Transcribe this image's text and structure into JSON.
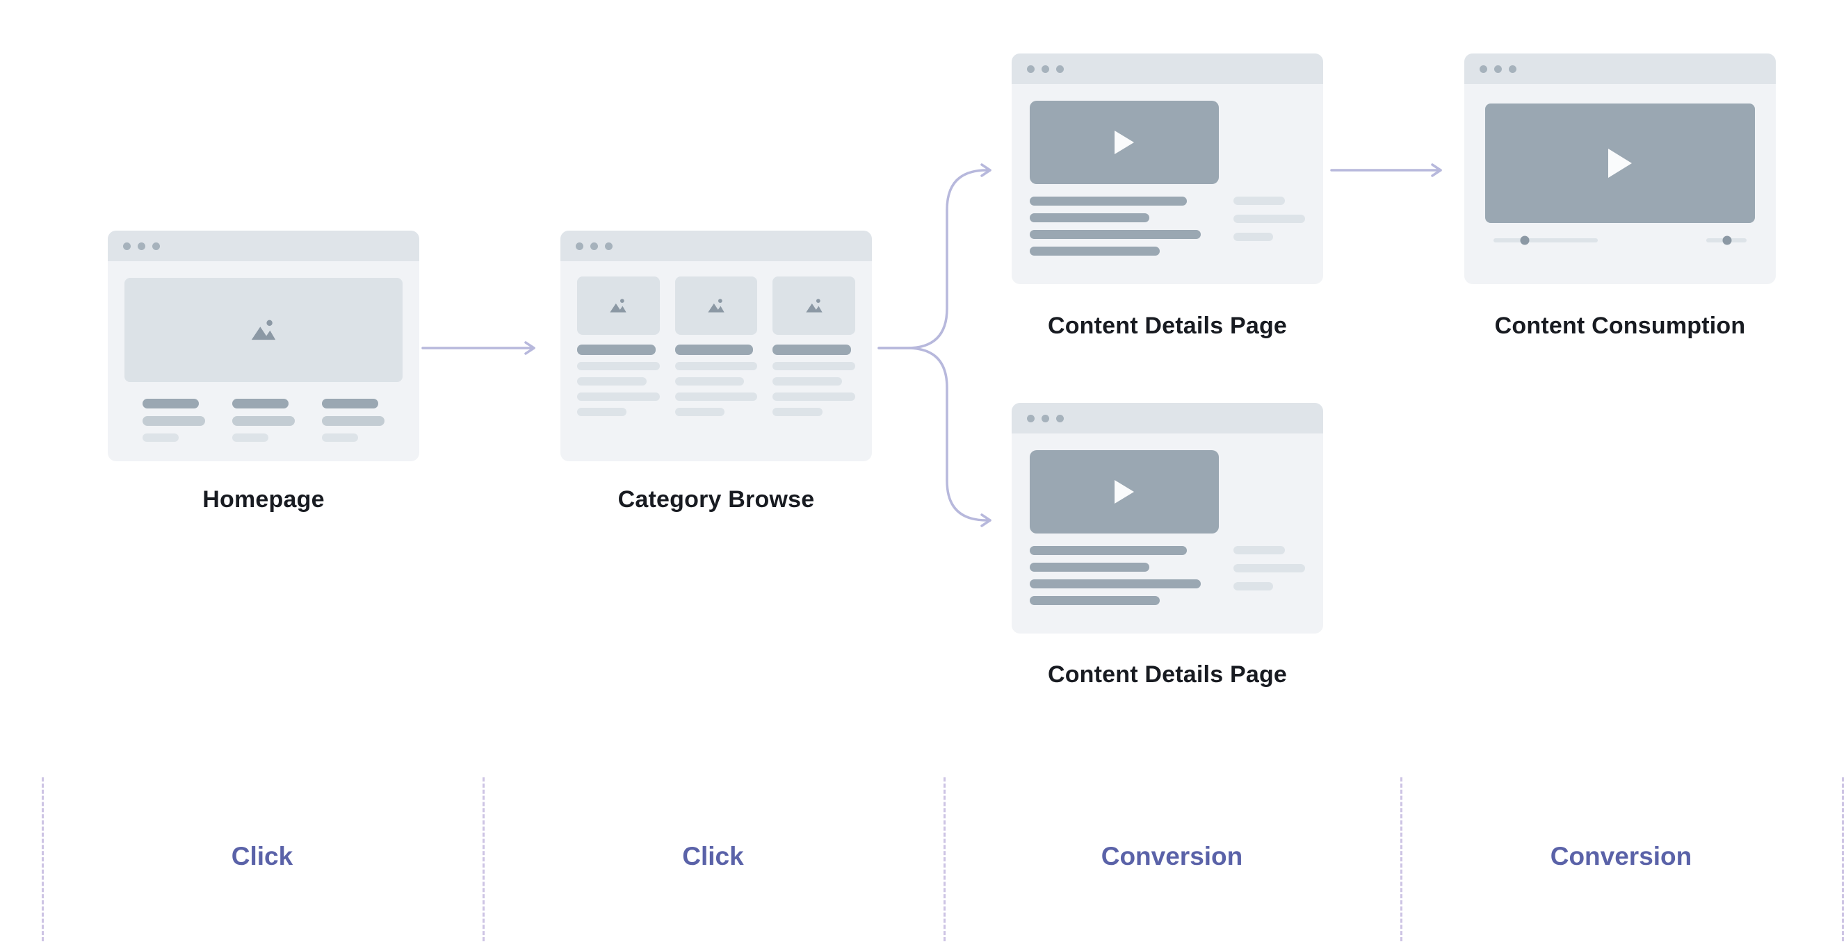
{
  "diagram_title": "User flow wireframe diagram",
  "nodes": {
    "homepage": {
      "label": "Homepage"
    },
    "category_browse": {
      "label": "Category Browse"
    },
    "content_details_top": {
      "label": "Content Details Page"
    },
    "content_consumption": {
      "label": "Content Consumption"
    },
    "content_details_bottom": {
      "label": "Content Details Page"
    }
  },
  "stages": [
    {
      "label": "Click"
    },
    {
      "label": "Click"
    },
    {
      "label": "Conversion"
    },
    {
      "label": "Conversion"
    }
  ],
  "icons": {
    "image_icon": "mountain-photo",
    "play_icon": "play-triangle",
    "window_dots": "browser-window-dots"
  },
  "colors": {
    "arrow": "#b7b8dc",
    "stage_label": "#5a62a8",
    "dashed_line": "#cdc4e4",
    "card_bg": "#f1f3f6",
    "card_header": "#dfe4e9",
    "bar_dark": "#9aa7b2",
    "bar_light": "#dde3e8",
    "node_label": "#181b21"
  }
}
